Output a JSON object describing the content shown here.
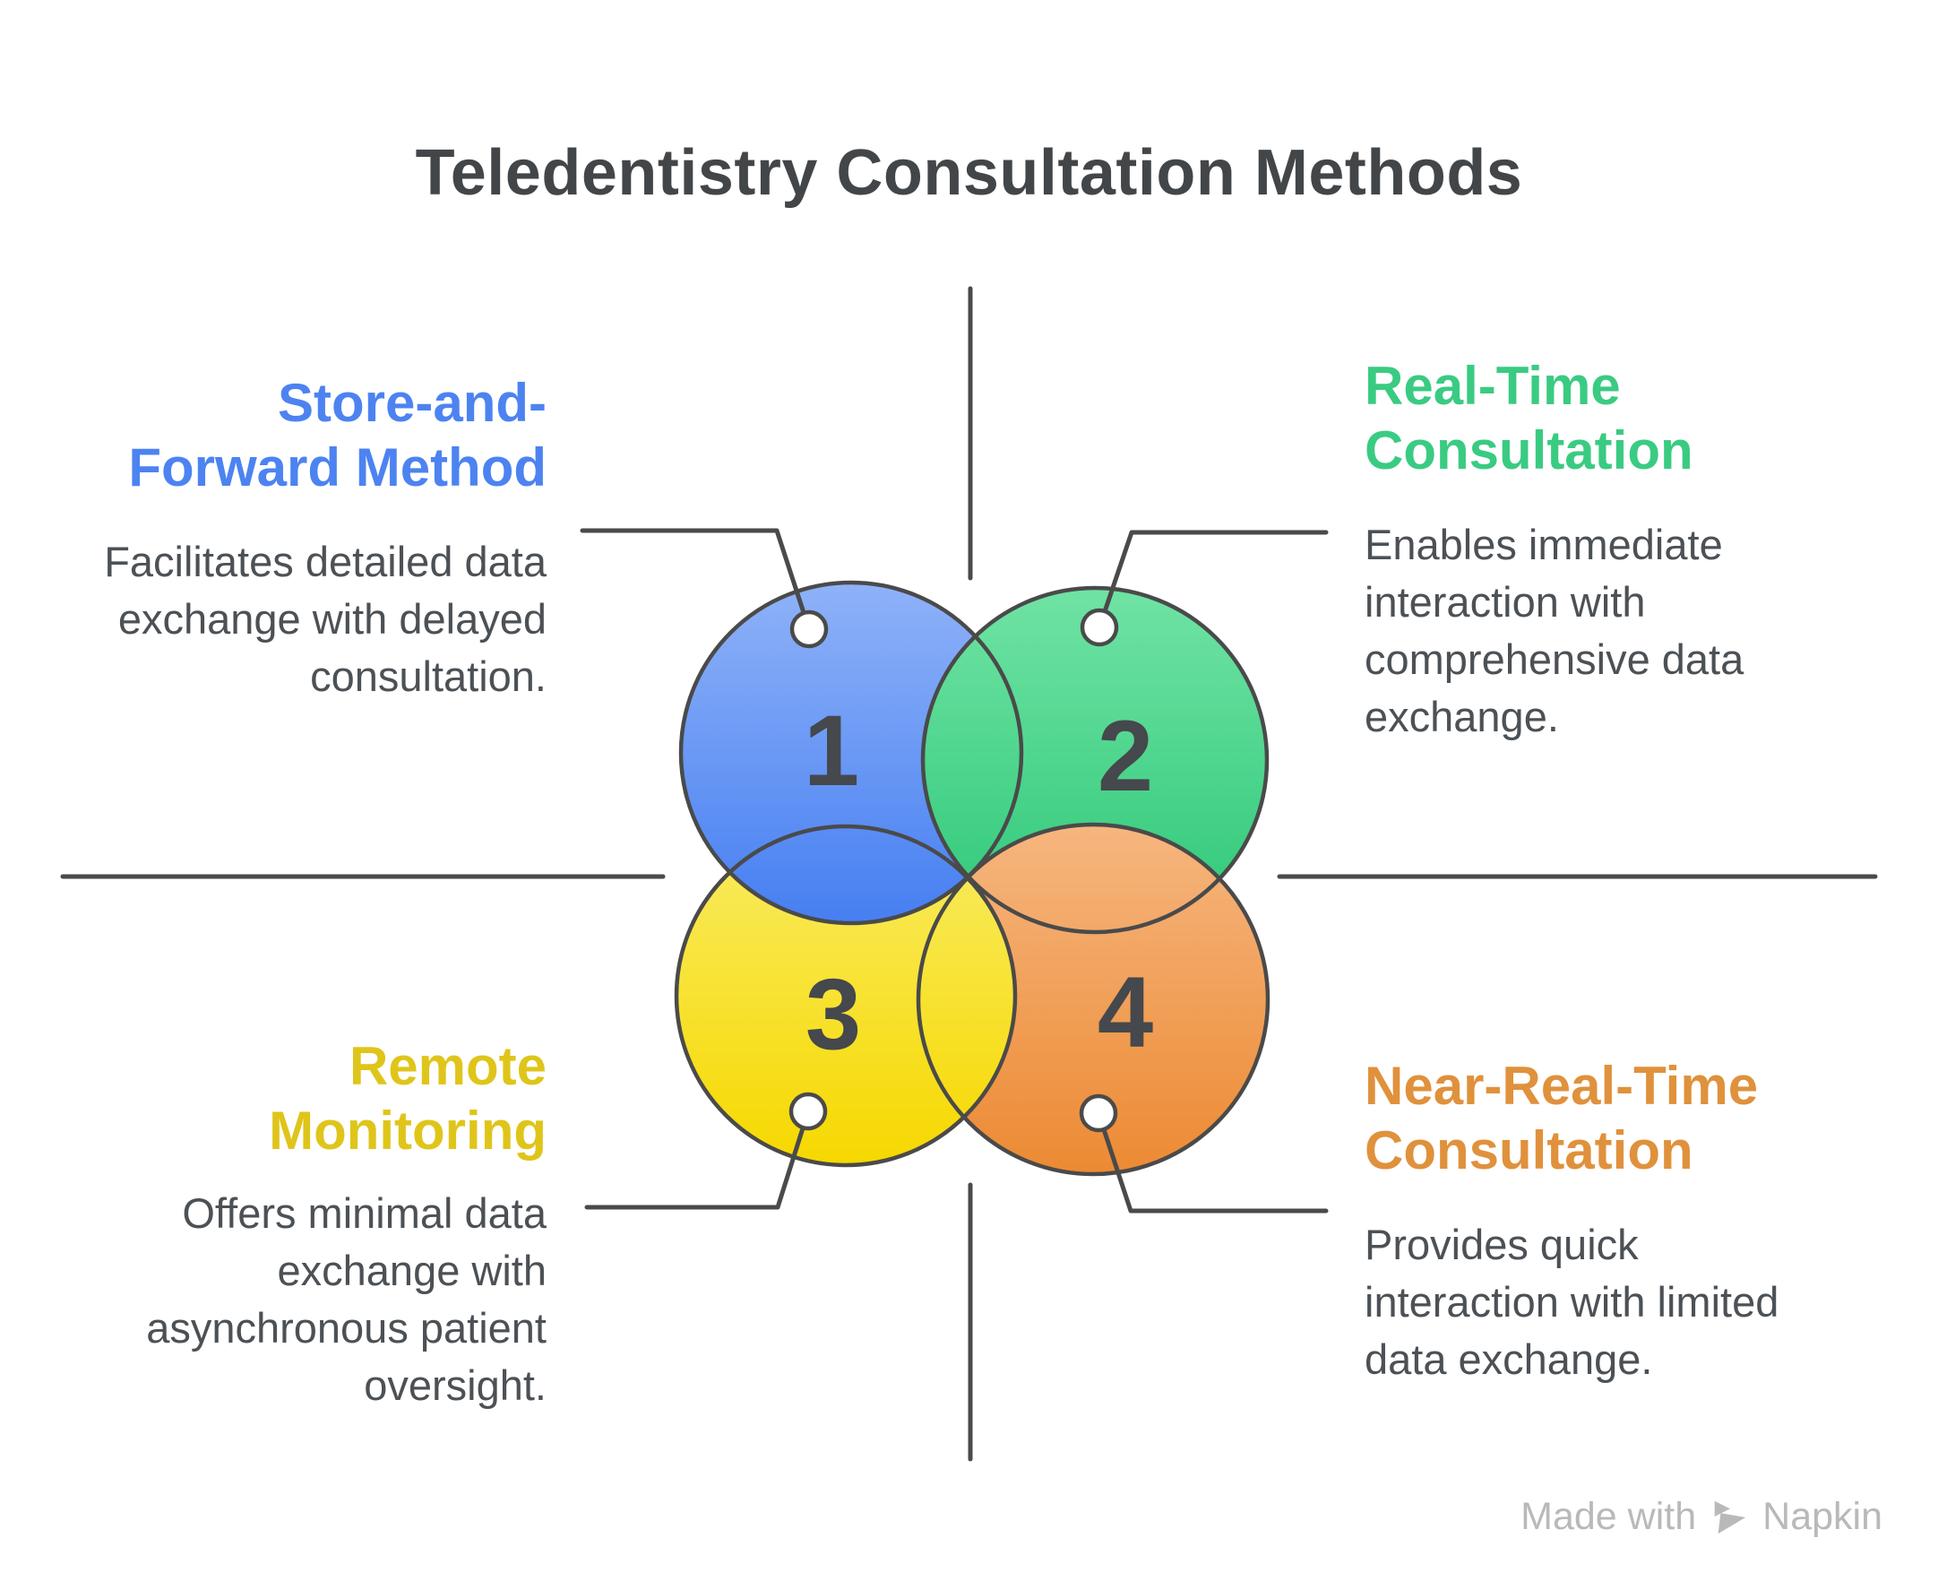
{
  "title": "Teledentistry Consultation Methods",
  "items": [
    {
      "number": "1",
      "name": "Store-and-Forward Method",
      "color": "#4d83f1",
      "heading_lines": [
        "Store-and-",
        "Forward Method"
      ],
      "body_lines": [
        "Facilitates detailed data",
        "exchange with delayed",
        "consultation."
      ]
    },
    {
      "number": "2",
      "name": "Real-Time Consultation",
      "color": "#3acb82",
      "heading_lines": [
        "Real-Time",
        "Consultation"
      ],
      "body_lines": [
        "Enables immediate",
        "interaction with",
        "comprehensive data",
        "exchange."
      ]
    },
    {
      "number": "3",
      "name": "Remote Monitoring",
      "color": "#dfc51a",
      "heading_lines": [
        "Remote",
        "Monitoring"
      ],
      "body_lines": [
        "Offers minimal data",
        "exchange with",
        "asynchronous patient",
        "oversight."
      ]
    },
    {
      "number": "4",
      "name": "Near-Real-Time Consultation",
      "color": "#e0913c",
      "heading_lines": [
        "Near-Real-Time",
        "Consultation"
      ],
      "body_lines": [
        "Provides quick",
        "interaction with limited",
        "data exchange."
      ]
    }
  ],
  "watermark": {
    "prefix": "Made with",
    "brand": "Napkin"
  },
  "colors": {
    "outline": "#4a4a4a",
    "title": "#434649",
    "body-text": "#4c5156",
    "number": "#45484c",
    "watermark": "#b9b9b9",
    "circle1-top": "#8fb2f8",
    "circle1-bottom": "#467ff2",
    "circle2-top": "#70e3a4",
    "circle2-bottom": "#2ec878",
    "circle3-top": "#f9ec63",
    "circle3-bottom": "#f6d800",
    "circle4-top": "#f6b67f",
    "circle4-bottom": "#ec8a33"
  }
}
